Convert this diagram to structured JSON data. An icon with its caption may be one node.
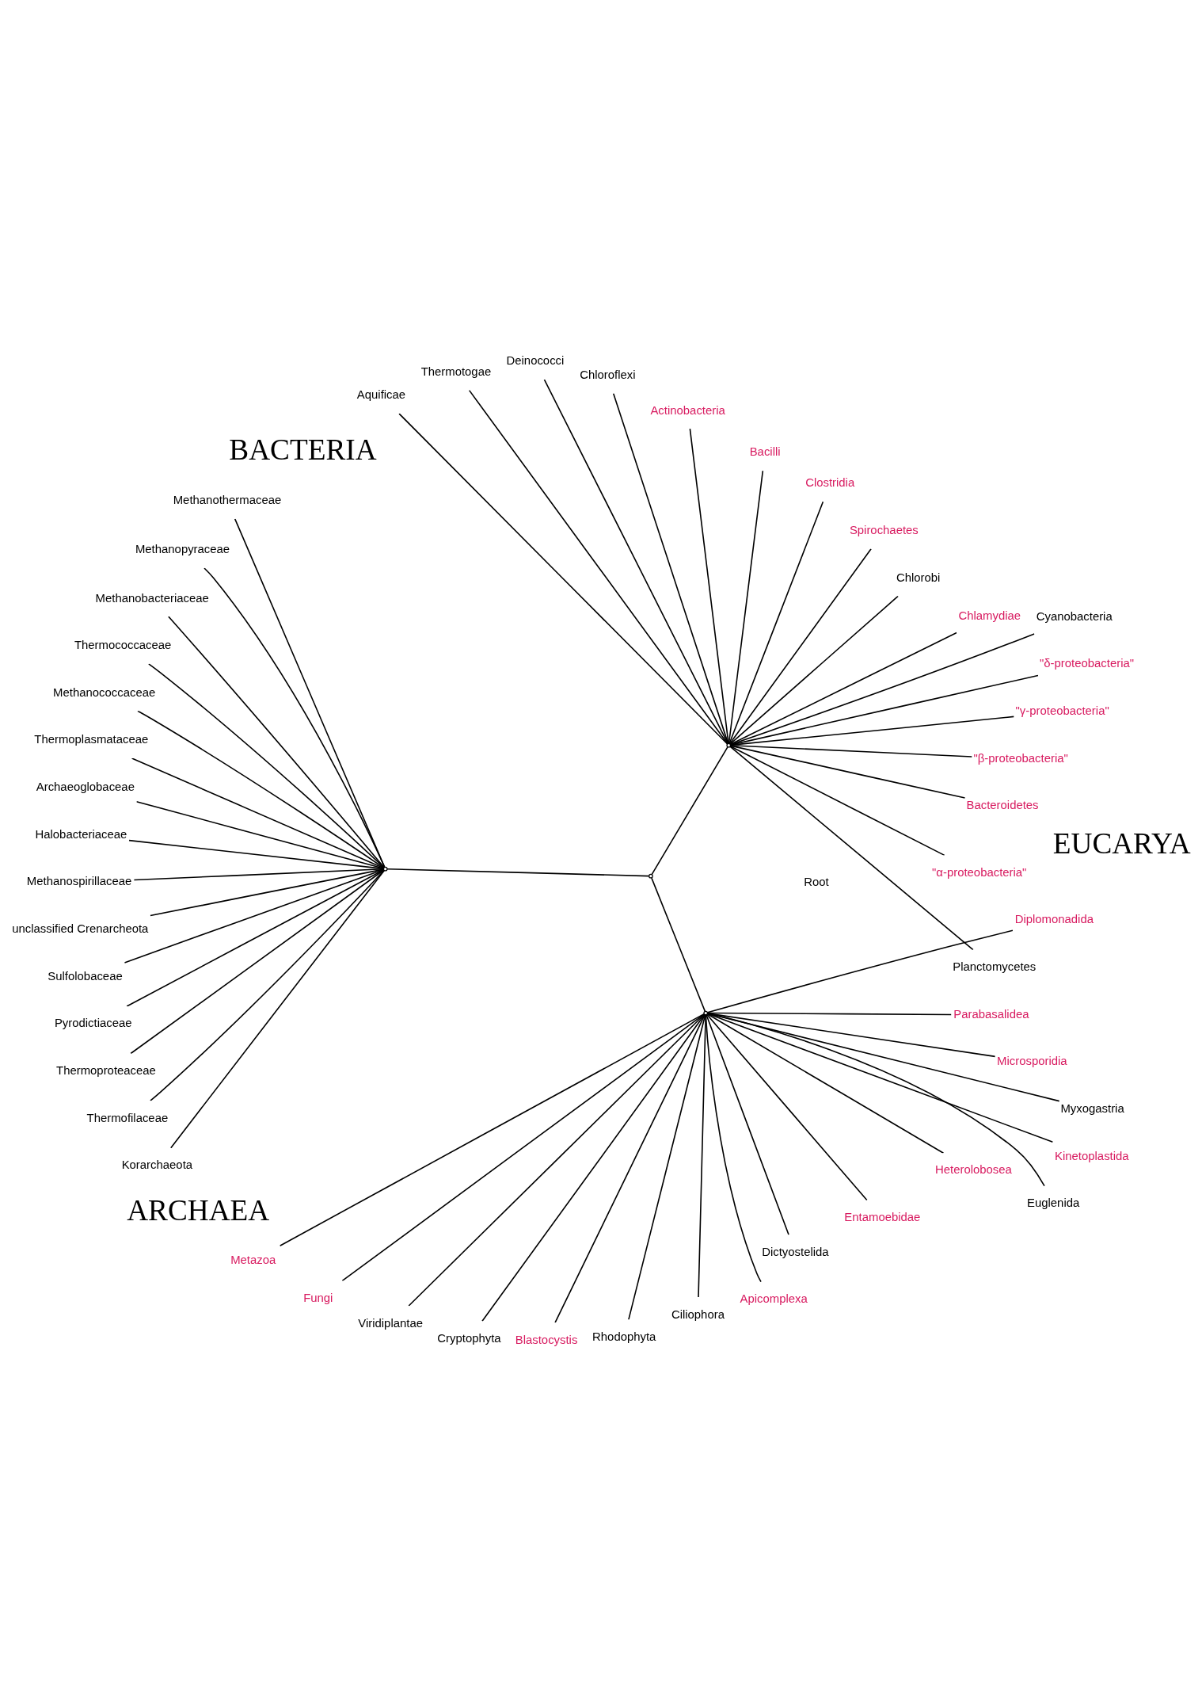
{
  "diagram": {
    "nodes": [
      {
        "text": [],
        "shape": "point"
      },
      {
        "text": [],
        "shape": "point"
      },
      {
        "text": [],
        "shape": "point"
      },
      {
        "text": [],
        "shape": "point"
      },
      {
        "text": [
          "Planctomycetes"
        ]
      },
      {
        "text": [
          "\"α-proteobacteria\""
        ]
      },
      {
        "text": [
          "Bacteroidetes"
        ]
      },
      {
        "text": [
          "\"β-proteobacteria\""
        ]
      },
      {
        "text": [
          "\"γ-proteobacteria\""
        ]
      },
      {
        "text": [
          "\"δ-proteobacteria\""
        ]
      },
      {
        "text": [
          "Cyanobacteria"
        ]
      },
      {
        "text": [
          "Chlamydiae"
        ]
      },
      {
        "text": [
          "Chlorobi"
        ]
      },
      {
        "text": [
          "Spirochaetes"
        ]
      },
      {
        "text": [
          "Clostridia"
        ]
      },
      {
        "text": [
          "Bacilli"
        ]
      },
      {
        "text": [
          "Actinobacteria"
        ]
      },
      {
        "text": [
          "Chloroflexi"
        ]
      },
      {
        "text": [
          "Deinococci"
        ]
      },
      {
        "text": [
          "Thermotogae"
        ]
      },
      {
        "text": [
          "Aquificae"
        ]
      },
      {
        "text": [
          "Methanothermaceae"
        ]
      },
      {
        "text": [
          "Methanopyraceae"
        ]
      },
      {
        "text": [
          "Methanobacteriaceae"
        ]
      },
      {
        "text": [
          "Thermococcaceae"
        ]
      },
      {
        "text": [
          "Methanococcaceae"
        ]
      },
      {
        "text": [
          "Thermoplasmataceae"
        ]
      },
      {
        "text": [
          "Archaeoglobaceae"
        ]
      },
      {
        "text": [
          "Halobacteriaceae"
        ]
      },
      {
        "text": [
          "Methanospirillaceae"
        ]
      },
      {
        "text": [
          "unclassified Crenarcheota"
        ]
      },
      {
        "text": [
          "Sulfolobaceae"
        ]
      },
      {
        "text": [
          "Pyrodictiaceae"
        ]
      },
      {
        "text": [
          "Thermoproteaceae"
        ]
      },
      {
        "text": [
          "Thermofilaceae"
        ]
      },
      {
        "text": [
          "Korarchaeota"
        ]
      },
      {
        "text": [
          "Metazoa"
        ]
      },
      {
        "text": [
          "Fungi"
        ]
      },
      {
        "text": [
          "Viridiplantae"
        ]
      },
      {
        "text": [
          "Cryptophyta"
        ]
      },
      {
        "text": [
          "Blastocystis"
        ]
      },
      {
        "text": [
          "Rhodophyta"
        ]
      },
      {
        "text": [
          "Ciliophora"
        ]
      },
      {
        "text": [
          "Apicomplexa"
        ]
      },
      {
        "text": [
          "Dictyostelida"
        ]
      },
      {
        "text": [
          "Entamoebidae"
        ]
      },
      {
        "text": [
          "Heterolobosea"
        ]
      },
      {
        "text": [
          "Euglenida"
        ]
      },
      {
        "text": [
          "Kinetoplastida"
        ]
      },
      {
        "text": [
          "Myxogastria"
        ]
      },
      {
        "text": [
          "Microsporidia"
        ]
      },
      {
        "text": [
          "Parabasalidea"
        ]
      },
      {
        "text": [
          "Diplomonadida"
        ]
      }
    ],
    "edges": [
      {
        "from": 0,
        "to": 1,
        "arrow": "none"
      },
      {
        "from": 0,
        "to": 2,
        "arrow": "none"
      },
      {
        "from": 0,
        "to": 3,
        "arrow": "none"
      },
      {
        "from": 1,
        "to": 4,
        "arrow": "none"
      },
      {
        "from": 1,
        "to": 5,
        "arrow": "none"
      },
      {
        "from": 1,
        "to": 6,
        "arrow": "none"
      },
      {
        "from": 1,
        "to": 7,
        "arrow": "none"
      },
      {
        "from": 1,
        "to": 8,
        "arrow": "none"
      },
      {
        "from": 1,
        "to": 9,
        "arrow": "none"
      },
      {
        "from": 1,
        "to": 10,
        "arrow": "none"
      },
      {
        "from": 1,
        "to": 11,
        "arrow": "none"
      },
      {
        "from": 1,
        "to": 12,
        "arrow": "none"
      },
      {
        "from": 1,
        "to": 13,
        "arrow": "none"
      },
      {
        "from": 1,
        "to": 14,
        "arrow": "none"
      },
      {
        "from": 1,
        "to": 15,
        "arrow": "none"
      },
      {
        "from": 1,
        "to": 16,
        "arrow": "none"
      },
      {
        "from": 1,
        "to": 17,
        "arrow": "none"
      },
      {
        "from": 1,
        "to": 18,
        "arrow": "none"
      },
      {
        "from": 1,
        "to": 19,
        "arrow": "none"
      },
      {
        "from": 1,
        "to": 20,
        "arrow": "none"
      },
      {
        "from": 2,
        "to": 21,
        "arrow": "none"
      },
      {
        "from": 2,
        "to": 22,
        "arrow": "none"
      },
      {
        "from": 2,
        "to": 23,
        "arrow": "none"
      },
      {
        "from": 2,
        "to": 24,
        "arrow": "none"
      },
      {
        "from": 2,
        "to": 25,
        "arrow": "none"
      },
      {
        "from": 2,
        "to": 26,
        "arrow": "none"
      },
      {
        "from": 2,
        "to": 27,
        "arrow": "none"
      },
      {
        "from": 2,
        "to": 28,
        "arrow": "none"
      },
      {
        "from": 2,
        "to": 29,
        "arrow": "none"
      },
      {
        "from": 2,
        "to": 30,
        "arrow": "none"
      },
      {
        "from": 2,
        "to": 31,
        "arrow": "none"
      },
      {
        "from": 2,
        "to": 32,
        "arrow": "none"
      },
      {
        "from": 2,
        "to": 33,
        "arrow": "none"
      },
      {
        "from": 2,
        "to": 34,
        "arrow": "none"
      },
      {
        "from": 2,
        "to": 35,
        "arrow": "none"
      },
      {
        "from": 3,
        "to": 36,
        "arrow": "none"
      },
      {
        "from": 3,
        "to": 37,
        "arrow": "none"
      },
      {
        "from": 3,
        "to": 38,
        "arrow": "none"
      },
      {
        "from": 3,
        "to": 39,
        "arrow": "none"
      },
      {
        "from": 3,
        "to": 40,
        "arrow": "none"
      },
      {
        "from": 3,
        "to": 41,
        "arrow": "none"
      },
      {
        "from": 3,
        "to": 42,
        "arrow": "none"
      },
      {
        "from": 3,
        "to": 43,
        "arrow": "none"
      },
      {
        "from": 3,
        "to": 44,
        "arrow": "none"
      },
      {
        "from": 3,
        "to": 45,
        "arrow": "none"
      },
      {
        "from": 3,
        "to": 46,
        "arrow": "none"
      },
      {
        "from": 3,
        "to": 47,
        "arrow": "none"
      },
      {
        "from": 3,
        "to": 48,
        "arrow": "none"
      },
      {
        "from": 3,
        "to": 49,
        "arrow": "none"
      },
      {
        "from": 3,
        "to": 50,
        "arrow": "none"
      },
      {
        "from": 3,
        "to": 51,
        "arrow": "none"
      },
      {
        "from": 3,
        "to": 52,
        "arrow": "none"
      }
    ],
    "labels": [
      "BACTERIA",
      "Root",
      "ARCHAEA",
      "EUCARYA"
    ]
  }
}
